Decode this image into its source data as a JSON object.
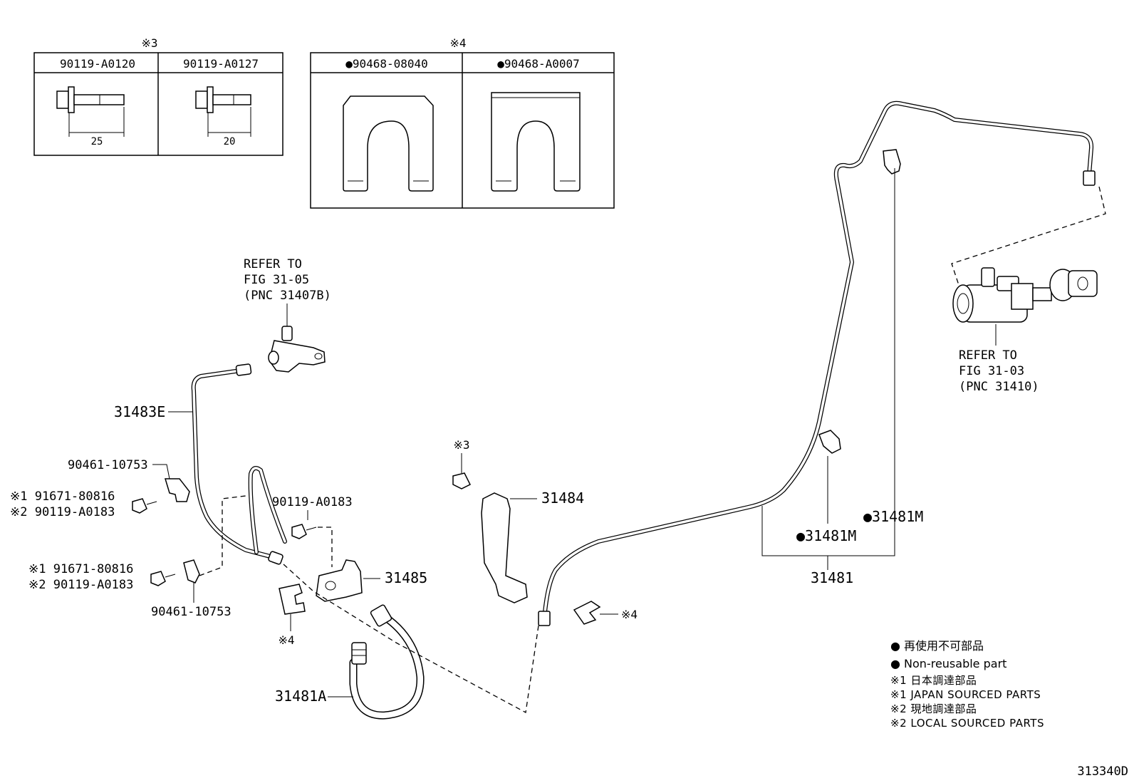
{
  "inset_tables": [
    {
      "note": "※3",
      "cols": [
        "90119-A0120",
        "90119-A0127"
      ],
      "dims": [
        "25",
        "20"
      ]
    },
    {
      "note": "※4",
      "cols": [
        "●90468-08040",
        "●90468-A0007"
      ]
    }
  ],
  "labels": {
    "refer_master_1": "REFER TO",
    "refer_master_2": "FIG 31-05",
    "refer_master_3": "(PNC 31407B)",
    "refer_cyl_1": "REFER TO",
    "refer_cyl_2": "FIG 31-03",
    "refer_cyl_3": "(PNC 31410)",
    "p31483E": "31483E",
    "p90461_top": "90461-10753",
    "p91671_top": "※1 91671-80816",
    "p90119_top": "※2 90119-A0183",
    "p90119_mid": "90119-A0183",
    "p91671_bot": "※1 91671-80816",
    "p90119_bot": "※2 90119-A0183",
    "p90461_bot": "90461-10753",
    "p31485": "31485",
    "note4_a": "※4",
    "p31481A": "31481A",
    "note3_b": "※3",
    "p31484": "31484",
    "note4_b": "※4",
    "p31481M_a": "●31481M",
    "p31481M_b": "●31481M",
    "p31481": "31481"
  },
  "legend": {
    "l1": "● 再使用不可部品",
    "l2": "● Non-reusable part",
    "l3": "※1  日本調達部品",
    "l4": "※1  JAPAN SOURCED PARTS",
    "l5": "※2  現地調達部品",
    "l6": "※2  LOCAL SOURCED PARTS"
  },
  "figure_id": "313340D"
}
